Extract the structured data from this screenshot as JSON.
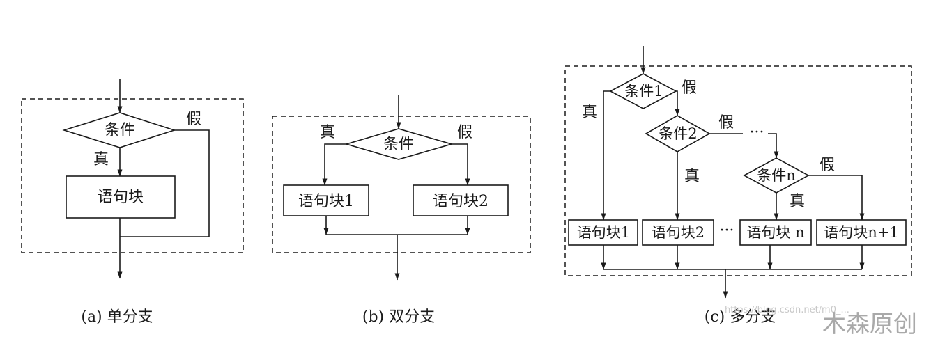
{
  "colors": {
    "stroke": "#1a1a1a",
    "background": "#ffffff",
    "watermark": "#a9a9a9"
  },
  "single": {
    "condition": "条件",
    "true": "真",
    "false": "假",
    "block": "语句块",
    "caption": "(a) 单分支"
  },
  "double": {
    "condition": "条件",
    "true": "真",
    "false": "假",
    "block1": "语句块1",
    "block2": "语句块2",
    "caption": "(b) 双分支"
  },
  "multi": {
    "cond1": "条件1",
    "cond2": "条件2",
    "condn": "条件n",
    "false1": "假",
    "false2": "假",
    "falsen": "假",
    "true1": "真",
    "true2": "真",
    "truen": "真",
    "dots_cond": "···",
    "dots_block": "···",
    "block1": "语句块1",
    "block2": "语句块2",
    "blockn": "语句块 n",
    "blockn1": "语句块n+1",
    "caption": "(c) 多分支"
  },
  "watermark": {
    "url": "https://blog.csdn.net/m0_...",
    "brand": "木森原创"
  }
}
